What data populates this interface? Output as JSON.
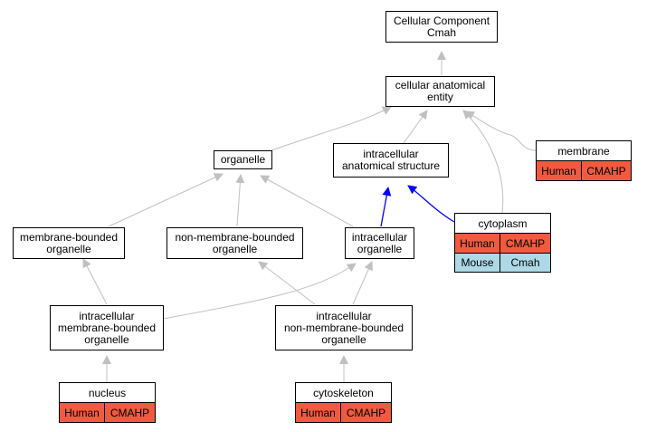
{
  "nodes": {
    "root": "Cellular Component\nCmah",
    "cae": "cellular anatomical\nentity",
    "organelle": "organelle",
    "ias": "intracellular\nanatomical structure",
    "mbo": "membrane-bounded\norganelle",
    "nmbo": "non-membrane-bounded\norganelle",
    "io": "intracellular\norganelle",
    "imbo": "intracellular\nmembrane-bounded\norganelle",
    "inmbo": "intracellular\nnon-membrane-bounded\norganelle"
  },
  "tables": {
    "membrane": {
      "title": "membrane",
      "rows": [
        {
          "species": "Human",
          "gene": "CMAHP"
        }
      ]
    },
    "cytoplasm": {
      "title": "cytoplasm",
      "rows": [
        {
          "species": "Human",
          "gene": "CMAHP"
        },
        {
          "species": "Mouse",
          "gene": "Cmah"
        }
      ]
    },
    "nucleus": {
      "title": "nucleus",
      "rows": [
        {
          "species": "Human",
          "gene": "CMAHP"
        }
      ]
    },
    "cytoskeleton": {
      "title": "cytoskeleton",
      "rows": [
        {
          "species": "Human",
          "gene": "CMAHP"
        }
      ]
    }
  },
  "colors": {
    "edge": "#c0c0c0",
    "highlight_edge": "#0000ff",
    "human": "#f05a3f",
    "mouse": "#add8e6"
  }
}
